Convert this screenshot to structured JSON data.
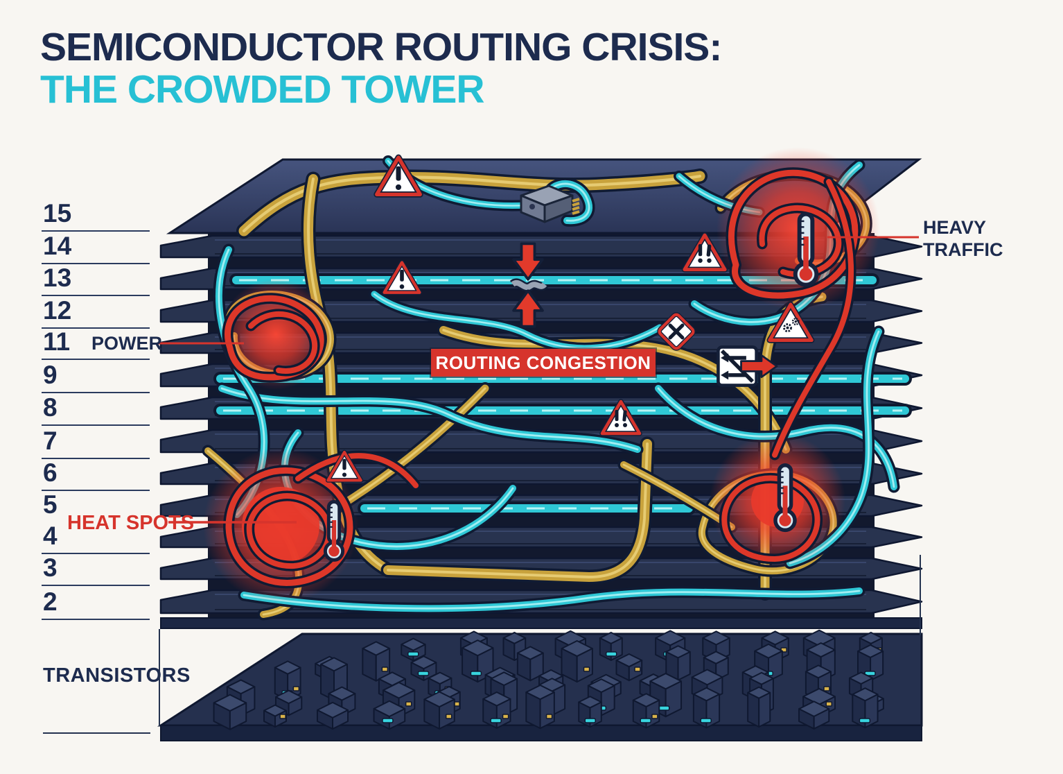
{
  "title": {
    "line1": "SEMICONDUCTOR ROUTING CRISIS:",
    "line2": "THE CROWDED TOWER"
  },
  "layer_scale": {
    "labels": [
      "15",
      "14",
      "13",
      "12",
      "11",
      "9",
      "8",
      "7",
      "6",
      "5",
      "4",
      "3",
      "2"
    ],
    "no_line_after": "5",
    "transistors_label": "TRANSISTORS"
  },
  "annotations": {
    "power": "POWER",
    "heat_spots": "HEAT SPOTS",
    "heavy_traffic_line1": "HEAVY",
    "heavy_traffic_line2": "TRAFFIC",
    "routing_congestion": "ROUTING CONGESTION"
  },
  "icons": [
    "warning-triangle-icon",
    "warning-double-exclamation-icon",
    "gear-warning-icon",
    "x-diamond-icon",
    "no-route-icon",
    "thermometer-icon",
    "connector-chip-icon",
    "pinch-arrows-icon",
    "heat-glow"
  ],
  "colors": {
    "background": "#f8f6f2",
    "navy_text": "#1d2b4e",
    "title_cyan": "#27c0d4",
    "alert_red": "#d6342c",
    "gold_wire": "#c8a23c",
    "cyan_wire": "#2fc8d6",
    "layer_slab": "#28334f"
  }
}
